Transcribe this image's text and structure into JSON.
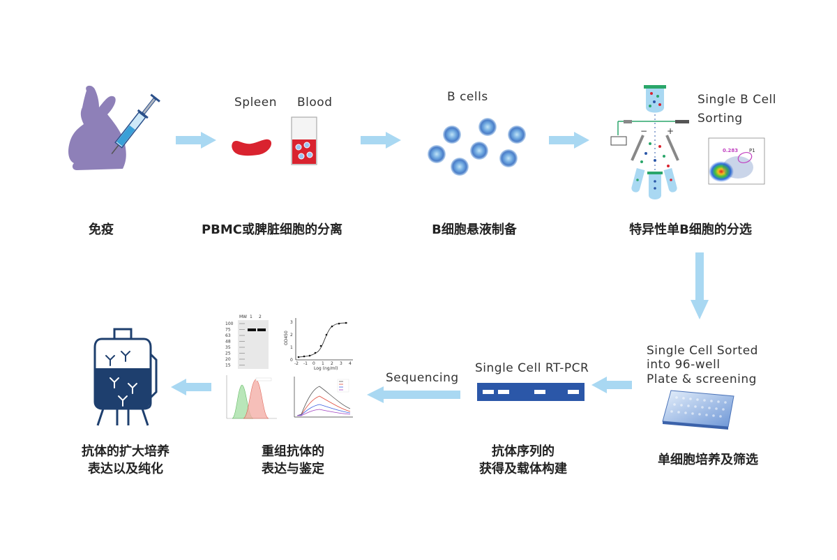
{
  "colors": {
    "arrow": "#a9d8f2",
    "rabbit": "#8e80b8",
    "spleen": "#d9232f",
    "blood": "#d9232f",
    "bcell": "#5b8fd0",
    "plate": "#2b57a8",
    "flask": "#1e3f6e",
    "label_text": "#222222"
  },
  "steps": {
    "immunize": {
      "label": "免疫"
    },
    "isolate": {
      "label": "PBMC或脾脏细胞的分离",
      "spleen": "Spleen",
      "blood": "Blood"
    },
    "bcell_prep": {
      "label": "B细胞悬液制备",
      "bcells": "B cells"
    },
    "sorting": {
      "label": "特异性单B细胞的分选",
      "title_line1": "Single B Cell",
      "title_line2": "Sorting",
      "facs_value": "0.283",
      "facs_gate": "P1"
    },
    "culture": {
      "label": "单细胞培养及筛选",
      "line1": "Single Cell Sorted",
      "line2": "into 96-well",
      "line3": "Plate & screening"
    },
    "sequence": {
      "label_line1": "抗体序列的",
      "label_line2": "获得及载体构建",
      "rtpcr": "Single Cell RT-PCR",
      "sequencing": "Sequencing"
    },
    "express": {
      "label_line1": "重组抗体的",
      "label_line2": "表达与鉴定",
      "blot_mw": "MW",
      "blot_lane1": "1",
      "blot_lane2": "2",
      "blot_markers": [
        "100",
        "75",
        "63",
        "48",
        "35",
        "25",
        "20",
        "15"
      ],
      "elisa_ylabel": "OD450",
      "elisa_xlabel": "Log (ng/ml)",
      "elisa_xticks": [
        "-2",
        "-1",
        "0",
        "1",
        "2",
        "3",
        "4"
      ],
      "elisa_yticks": [
        "0",
        "1",
        "2",
        "3"
      ]
    },
    "scale_up": {
      "label_line1": "抗体的扩大培养",
      "label_line2": "表达以及纯化"
    }
  }
}
